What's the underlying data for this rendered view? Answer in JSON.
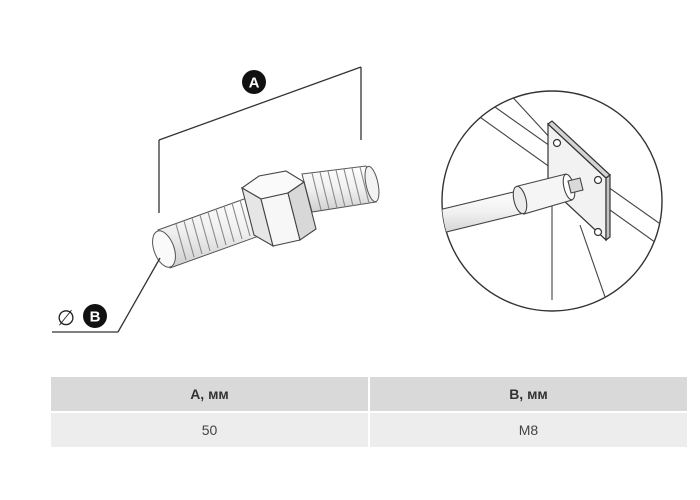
{
  "diagram": {
    "label_a": "A",
    "label_b": "B",
    "diameter_symbol": "∅"
  },
  "table": {
    "headers": [
      "A, мм",
      "B, мм"
    ],
    "rows": [
      [
        "50",
        "M8"
      ]
    ]
  },
  "colors": {
    "badge": "#111111",
    "header_bg": "#d9d9d9",
    "row_bg": "#ededed",
    "line": "#333333"
  }
}
